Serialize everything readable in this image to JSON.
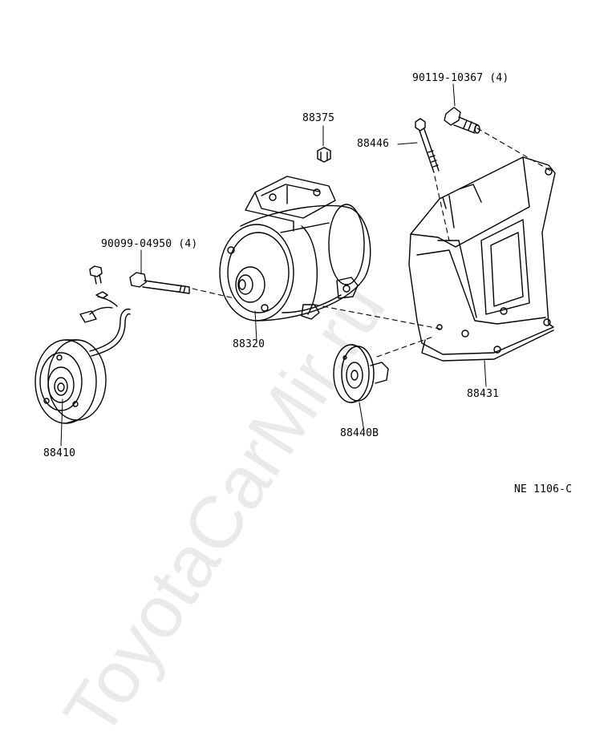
{
  "watermark": "ToyotaCarMir.ru",
  "diagram_code": "NE 1106-C",
  "parts": {
    "bolt_bracket": "90119-10367 (4)",
    "stud_bolt": "88446",
    "valve_cap": "88375",
    "compressor_bolt": "90099-04950 (4)",
    "compressor": "88320",
    "pulley": "88440B",
    "bracket": "88431",
    "clutch": "88410"
  }
}
